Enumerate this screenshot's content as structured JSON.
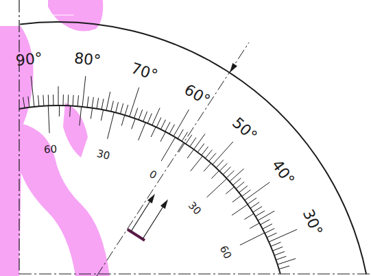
{
  "diagram": {
    "labels": [
      "90°",
      "80°",
      "70°",
      "60°",
      "50°",
      "40°",
      "30°",
      "60",
      "30",
      "0",
      "30",
      "60"
    ]
  }
}
